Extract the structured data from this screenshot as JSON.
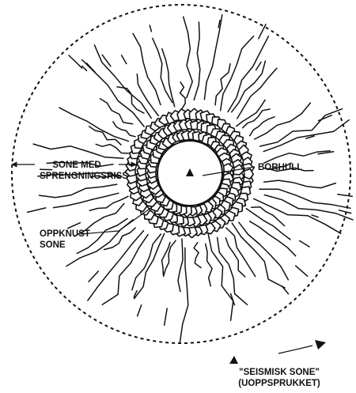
{
  "labels": {
    "borehole": "BORHULL",
    "fracture_zone_line1": "SONE MED",
    "fracture_zone_line2": "SPRENGNINGSRISS",
    "crushed_zone_line1": "OPPKNUST",
    "crushed_zone_line2": "SONE",
    "seismic_zone_line1": "\"SEISMISK SONE\"",
    "seismic_zone_line2": "(UOPPSPRUKKET)"
  },
  "colors": {
    "ink": "#111111",
    "background": "#ffffff"
  }
}
